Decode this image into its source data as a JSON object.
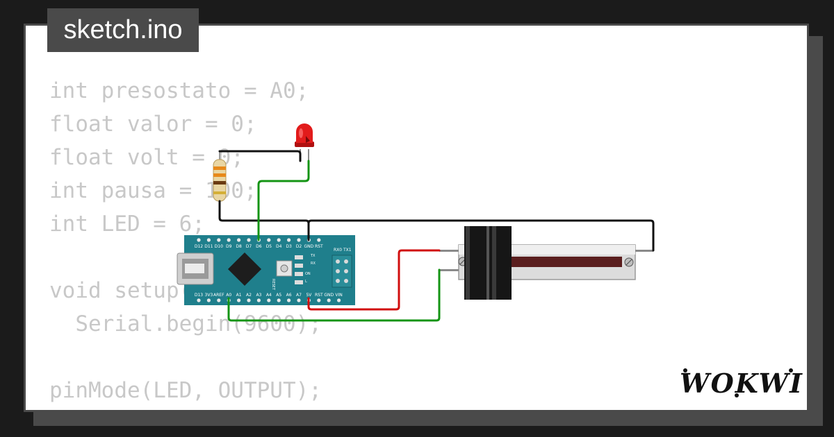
{
  "file_tab": {
    "label": "sketch.ino"
  },
  "code_lines": [
    "int presostato = A0;",
    "float valor = 0;",
    "float volt = 0;",
    "int pausa = 100;",
    "int LED = 6;",
    "",
    "void setup() {",
    "  Serial.begin(9600);",
    "",
    "pinMode(LED, OUTPUT);"
  ],
  "brand": {
    "name": "WOKWI"
  },
  "board": {
    "top_pins": [
      "D12",
      "D11",
      "D10",
      "D9",
      "D8",
      "D7",
      "D6",
      "D5",
      "D4",
      "D3",
      "D2",
      "GND",
      "RST"
    ],
    "bottom_pins": [
      "D13",
      "3V3",
      "AREF",
      "A0",
      "A1",
      "A2",
      "A3",
      "A4",
      "A5",
      "A6",
      "A7",
      "5V",
      "RST",
      "GND",
      "VIN"
    ],
    "labels": {
      "rx_tx": "RX0 TX1",
      "tx": "TX",
      "rx": "RX",
      "on": "ON",
      "l": "L",
      "reset": "RESET"
    }
  },
  "colors": {
    "background": "#1b1b1b",
    "card_border": "#4a4a4a",
    "code_text": "#c8c8c8",
    "board": "#1f7f8c",
    "wire_black": "#111111",
    "wire_green": "#149414",
    "wire_red": "#d10e0e",
    "led": "#e21b1b"
  }
}
